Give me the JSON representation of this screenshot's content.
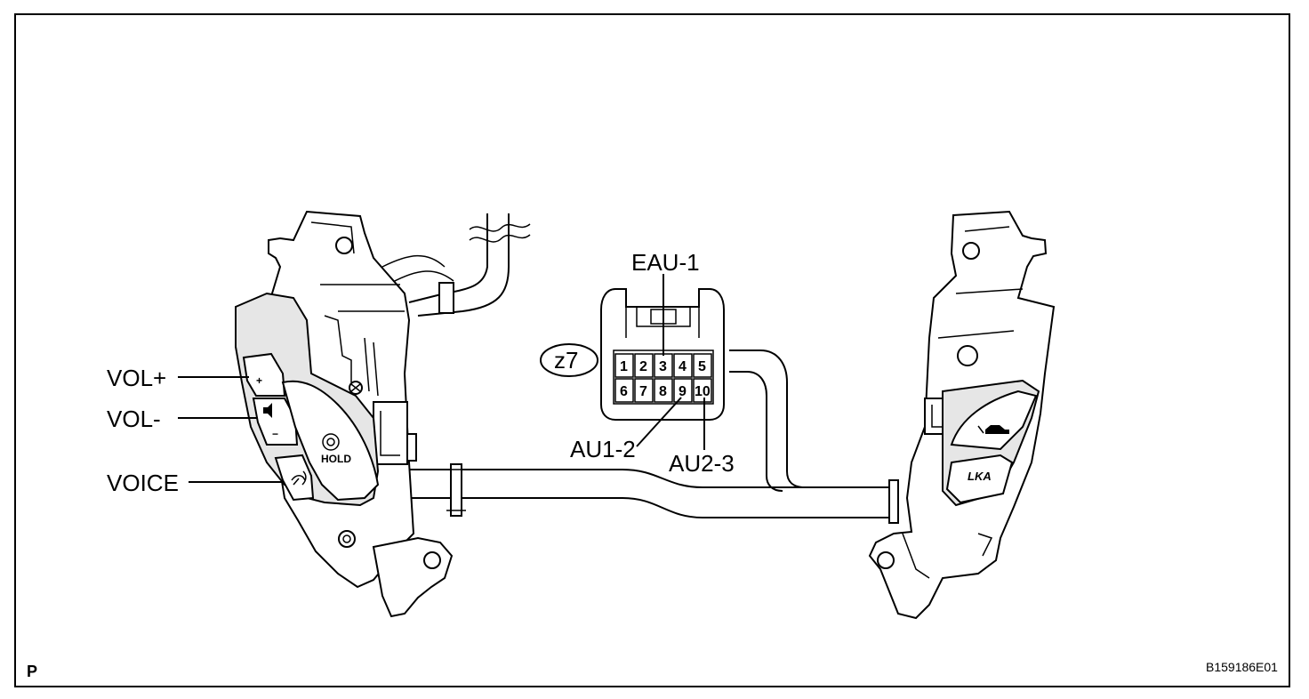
{
  "figure_code": "B159186E01",
  "corner_letter": "P",
  "left_switch_labels": {
    "vol_plus": "VOL+",
    "vol_minus": "VOL-",
    "voice": "VOICE"
  },
  "left_switch_symbols": {
    "plus": "+",
    "minus": "−",
    "hold": "HOLD"
  },
  "right_switch_symbols": {
    "lka": "LKA"
  },
  "connector": {
    "id": "z7",
    "pins_top": [
      "1",
      "2",
      "3",
      "4",
      "5"
    ],
    "pins_bottom": [
      "6",
      "7",
      "8",
      "9",
      "10"
    ],
    "terminal_labels": {
      "pin3": "EAU-1",
      "pin9": "AU1-2",
      "pin10": "AU2-3"
    }
  },
  "icons": [
    "speaker-icon",
    "voice-icon",
    "hold-icon",
    "lka-car-icon",
    "screw-icon",
    "wire-break-icon"
  ]
}
